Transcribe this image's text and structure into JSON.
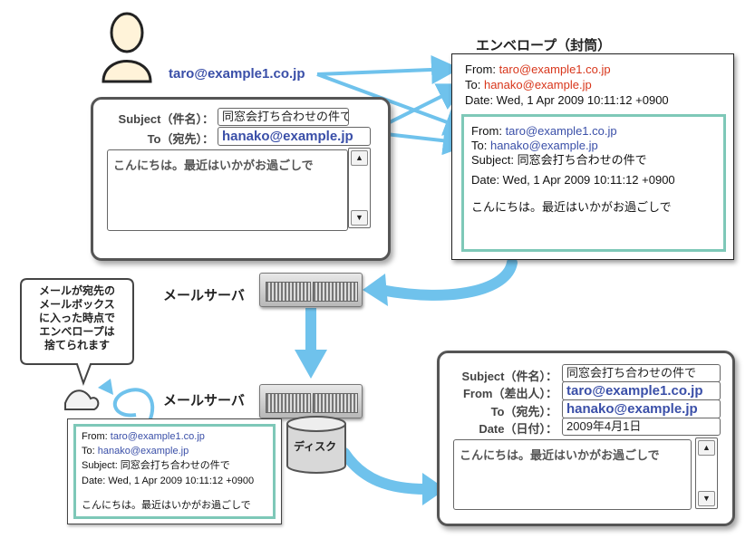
{
  "envelope_title": "エンベロープ（封筒）",
  "sender_address": "taro@example1.co.jp",
  "compose": {
    "subject_label": "Subject（件名）：",
    "subject_value": "同窓会打ち合わせの件で",
    "to_label": "To（宛先）：",
    "to_value": "hanako@example.jp",
    "body": "こんにちは。最近はいかがお過ごしで"
  },
  "envelope": {
    "from_label": "From: ",
    "from_value": "taro@example1.co.jp",
    "to_label": "To: ",
    "to_value": "hanako@example.jp",
    "date_line": "Date: Wed, 1 Apr 2009 10:11:12 +0900"
  },
  "inner_message": {
    "from_label": "From: ",
    "from_value": "taro@example1.co.jp",
    "to_label": "To: ",
    "to_value": "hanako@example.jp",
    "subject_line": "Subject: 同窓会打ち合わせの件で",
    "date_line": "Date: Wed, 1 Apr 2009 10:11:12 +0900",
    "body": "こんにちは。最近はいかがお過ごしで"
  },
  "mail_server_label_1": "メールサーバ",
  "mail_server_label_2": "メールサーバ",
  "disk_label": "ディスク",
  "callout": [
    "メールが宛先の",
    "メールボックス",
    "に入った時点で",
    "エンベロープは",
    "捨てられます"
  ],
  "stored_message": {
    "from_label": "From: ",
    "from_value": "taro@example1.co.jp",
    "to_label": "To: ",
    "to_value": "hanako@example.jp",
    "subject_line": "Subject: 同窓会打ち合わせの件で",
    "date_line": "Date: Wed, 1 Apr 2009 10:11:12 +0900",
    "body": "こんにちは。最近はいかがお過ごしで"
  },
  "received": {
    "subject_label": "Subject（件名）：",
    "subject_value": "同窓会打ち合わせの件で",
    "from_label": "From（差出人）：",
    "from_value": "taro@example1.co.jp",
    "to_label": "To（宛先）：",
    "to_value": "hanako@example.jp",
    "date_label": "Date（日付）：",
    "date_value": "2009年4月1日",
    "body": "こんにちは。最近はいかがお過ごしで"
  },
  "colors": {
    "arrow": "#6fc2ec",
    "accent_blue": "#3a4fa8",
    "envelope_red": "#d8361b",
    "inner_border": "#7ec8b8"
  }
}
